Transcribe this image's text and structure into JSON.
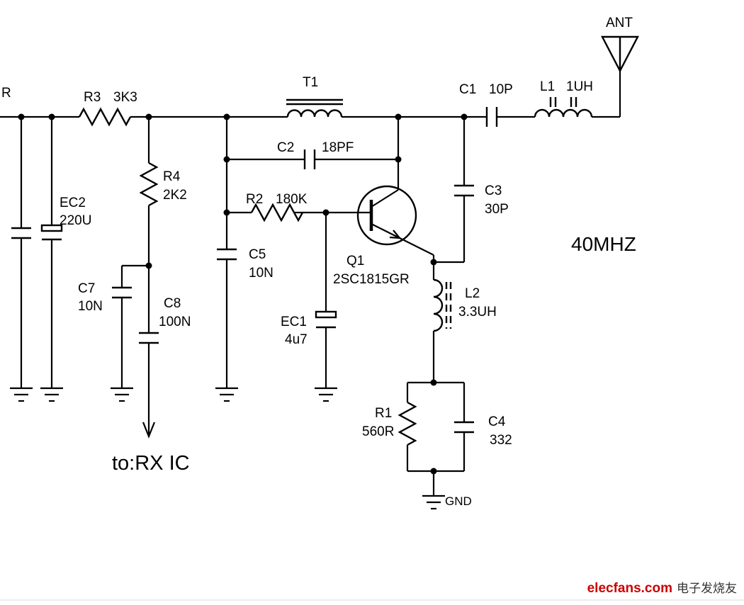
{
  "schematic": {
    "edge_label": "R",
    "frequency_label": "40MHZ",
    "output_arrow_label": "to:RX IC",
    "ground_label": "GND",
    "antenna_label": "ANT",
    "components": {
      "r3": {
        "ref": "R3",
        "value": "3K3"
      },
      "r4": {
        "ref": "R4",
        "value": "2K2"
      },
      "r2": {
        "ref": "R2",
        "value": "180K"
      },
      "r1": {
        "ref": "R1",
        "value": "560R"
      },
      "c1": {
        "ref": "C1",
        "value": "10P"
      },
      "c2": {
        "ref": "C2",
        "value": "18PF"
      },
      "c3": {
        "ref": "C3",
        "value": "30P"
      },
      "c4": {
        "ref": "C4",
        "value": "332"
      },
      "c5": {
        "ref": "C5",
        "value": "10N"
      },
      "c7": {
        "ref": "C7",
        "value": "10N"
      },
      "c8": {
        "ref": "C8",
        "value": "100N"
      },
      "ec1": {
        "ref": "EC1",
        "value": "4u7"
      },
      "ec2": {
        "ref": "EC2",
        "value": "220U"
      },
      "l1": {
        "ref": "L1",
        "value": "1UH"
      },
      "l2": {
        "ref": "L2",
        "value": "3.3UH"
      },
      "t1": {
        "ref": "T1"
      },
      "q1": {
        "ref": "Q1",
        "value": "2SC1815GR"
      }
    }
  },
  "watermark": {
    "brand": "elecfans.com",
    "brand_color": "#cc0000",
    "suffix": "电子发烧友"
  }
}
